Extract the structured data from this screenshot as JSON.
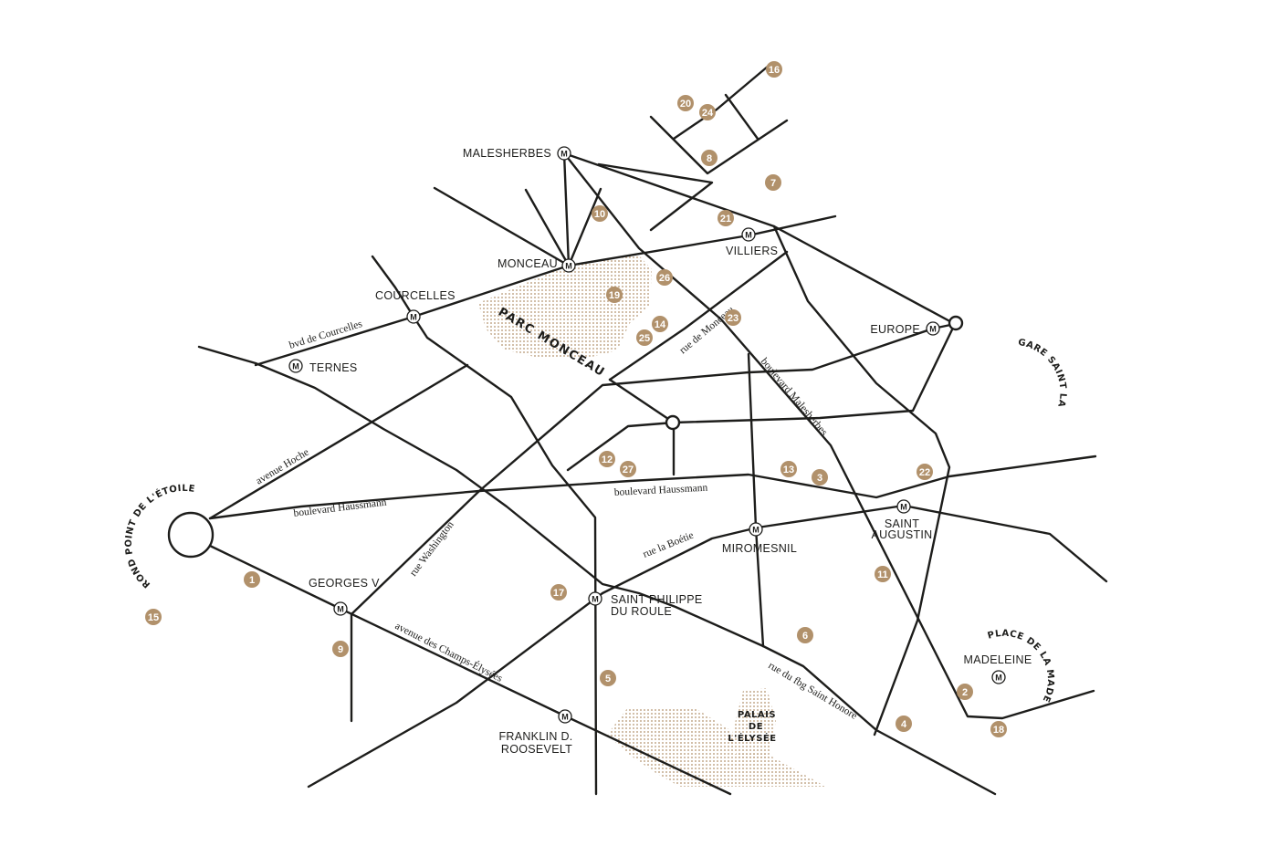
{
  "stations": {
    "malesherbes": "MALESHERBES",
    "monceau": "MONCEAU",
    "villiers": "VILLIERS",
    "courcelles": "COURCELLES",
    "ternes": "TERNES",
    "europe": "EUROPE",
    "georges_v": "GEORGES V",
    "miromesnil": "MIROMESNIL",
    "saint_augustin_1": "SAINT",
    "saint_augustin_2": "AUGUSTIN",
    "saint_philippe_1": "SAINT PHILIPPE",
    "saint_philippe_2": "DU ROULE",
    "franklin_1": "FRANKLIN D.",
    "franklin_2": "ROOSEVELT",
    "madeleine": "MADELEINE",
    "metro_symbol": "M"
  },
  "streets": {
    "bvd_courcelles": "bvd de Courcelles",
    "avenue_hoche": "avenue Hoche",
    "bd_haussmann_west": "boulevard Haussmann",
    "bd_haussmann_east": "boulevard Haussmann",
    "rue_washington": "rue Washington",
    "rue_monceau": "rue de Monceau",
    "bd_malesherbes": "boulevard Malesherbes",
    "rue_boetie": "rue la Boétie",
    "champs_elysees": "avenue des Champs-Élysées",
    "fbg_saint_honore": "rue du fbg Saint Honoré"
  },
  "areas": {
    "parc_monceau": "PARC MONCEAU",
    "gare_saint_lazare": "GARE SAINT LAZARE",
    "rond_point": "ROND POINT DE L'ÉTOILE",
    "place_madeleine": "PLACE DE LA MADELEINE",
    "palais_1": "PALAIS",
    "palais_2": "DE",
    "palais_3": "L'ÉLYSÉE"
  },
  "poi_color": "#b1916b",
  "pois": [
    "1",
    "2",
    "3",
    "4",
    "5",
    "6",
    "7",
    "8",
    "9",
    "10",
    "11",
    "12",
    "13",
    "14",
    "15",
    "16",
    "17",
    "18",
    "19",
    "20",
    "21",
    "22",
    "23",
    "24",
    "25",
    "26",
    "27"
  ]
}
